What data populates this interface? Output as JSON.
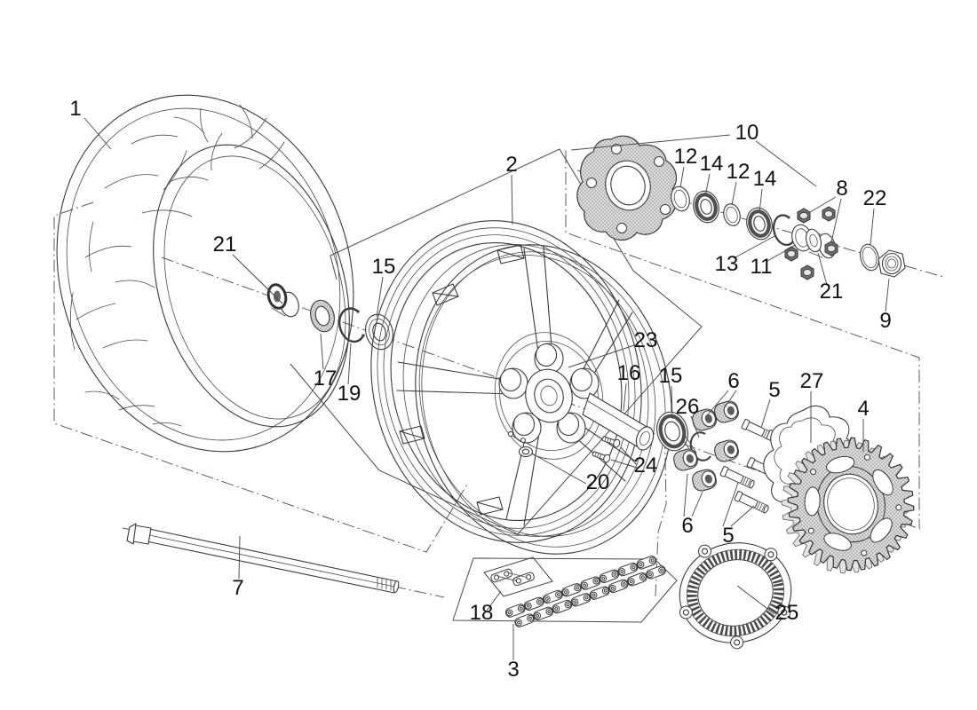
{
  "diagram": {
    "kind": "exploded-parts-diagram",
    "colors": {
      "background": "#ffffff",
      "line": "#3a3a3a",
      "hatch_fill": "#dcdcdc",
      "hatch_dot": "#909090",
      "bearing_ring": "#4f4f4f",
      "label_text": "#111111"
    },
    "callout_labels": [
      "1",
      "2",
      "21",
      "15",
      "17",
      "19",
      "10",
      "12",
      "14",
      "12",
      "14",
      "8",
      "22",
      "13",
      "11",
      "21",
      "9",
      "23",
      "16",
      "15",
      "26",
      "6",
      "5",
      "27",
      "4",
      "24",
      "20",
      "6",
      "5",
      "25",
      "7",
      "18",
      "3"
    ]
  }
}
